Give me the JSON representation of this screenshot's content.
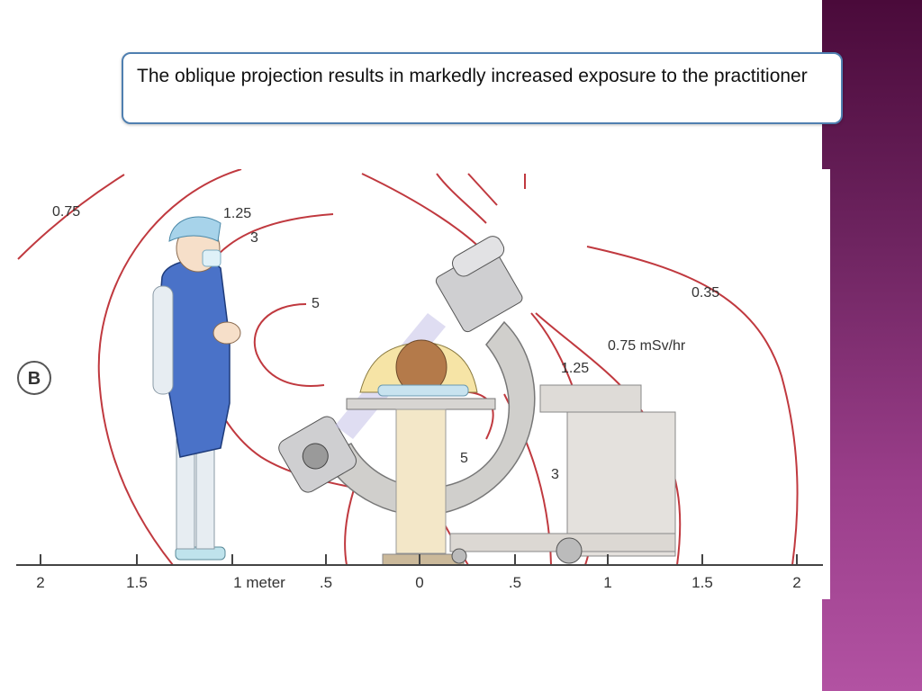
{
  "caption": "The oblique projection results in markedly increased exposure to the practitioner",
  "figure_label": "B",
  "isodose_labels": {
    "l075_left": "0.75",
    "l125": "1.25",
    "l3_top": "3",
    "l5_top": "5",
    "l035": "0.35",
    "l075_right": "0.75 mSv/hr",
    "l125_right": "1.25",
    "l5_bottom": "5",
    "l3_bottom": "3"
  },
  "axis_ticks": [
    "2",
    "1.5",
    "1 meter",
    ".5",
    "0",
    ".5",
    "1",
    "1.5",
    "2"
  ],
  "colors": {
    "isodose_line": "#c0393f",
    "apron": "#4a72c8",
    "band_top": "#4a0a3a",
    "band_bottom": "#b252a2",
    "caption_border": "#4f7fb0"
  },
  "icons": [
    "practitioner-figure",
    "patient-figure",
    "c-arm-icon",
    "x-ray-tube-icon",
    "image-intensifier-icon"
  ]
}
